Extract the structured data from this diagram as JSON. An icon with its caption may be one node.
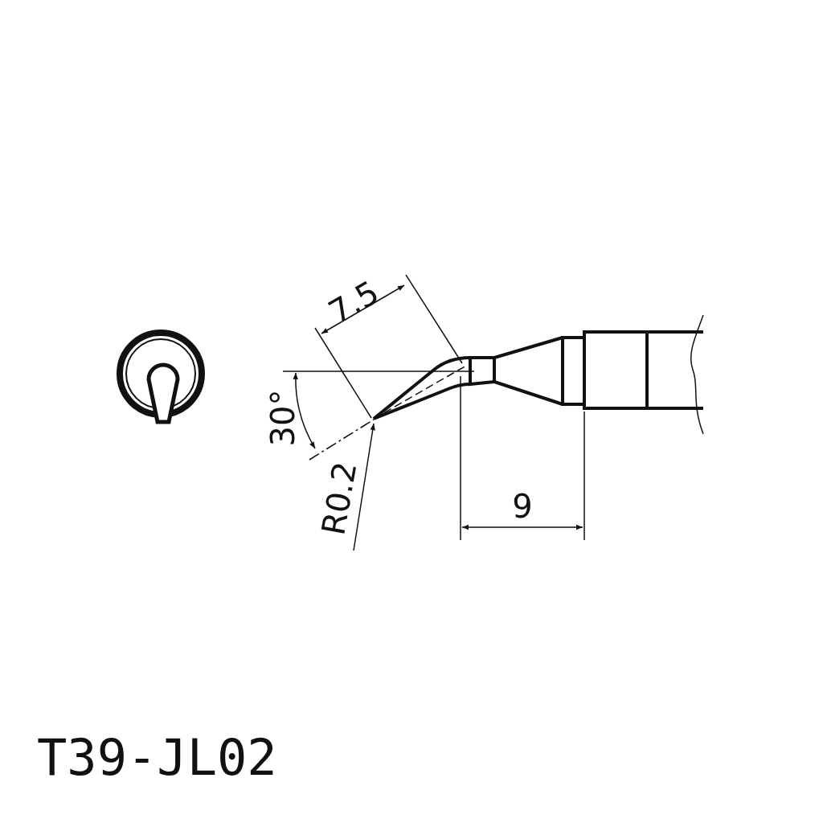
{
  "diagram": {
    "title": "T39-JL02",
    "labels": [
      "7.5",
      "30°",
      "R0.2",
      "9"
    ]
  }
}
